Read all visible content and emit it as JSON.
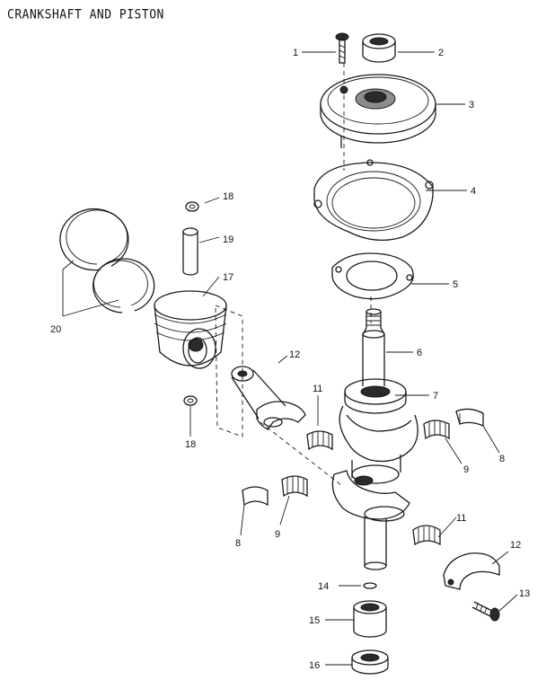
{
  "title": "CRANKSHAFT AND PISTON",
  "callouts": [
    "1",
    "2",
    "3",
    "4",
    "5",
    "6",
    "7",
    "8",
    "9",
    "11",
    "12",
    "13",
    "14",
    "15",
    "16",
    "17",
    "18",
    "19",
    "20"
  ],
  "callouts_repeat": [
    "8",
    "9",
    "11",
    "12",
    "18"
  ]
}
